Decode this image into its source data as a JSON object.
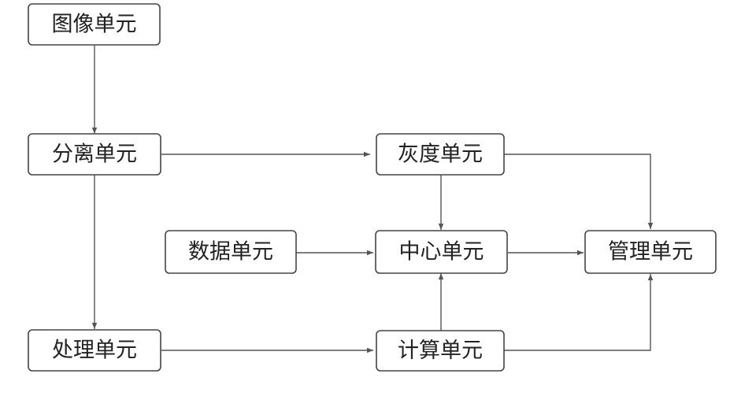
{
  "diagram": {
    "nodes": {
      "image_unit": "图像单元",
      "separation_unit": "分离单元",
      "processing_unit": "处理单元",
      "grayscale_unit": "灰度单元",
      "data_unit": "数据单元",
      "center_unit": "中心单元",
      "calculation_unit": "计算单元",
      "management_unit": "管理单元"
    },
    "edges": [
      {
        "from": "image_unit",
        "to": "separation_unit"
      },
      {
        "from": "separation_unit",
        "to": "grayscale_unit"
      },
      {
        "from": "separation_unit",
        "to": "processing_unit"
      },
      {
        "from": "processing_unit",
        "to": "calculation_unit"
      },
      {
        "from": "grayscale_unit",
        "to": "center_unit"
      },
      {
        "from": "grayscale_unit",
        "to": "management_unit"
      },
      {
        "from": "data_unit",
        "to": "center_unit"
      },
      {
        "from": "center_unit",
        "to": "management_unit"
      },
      {
        "from": "calculation_unit",
        "to": "center_unit"
      },
      {
        "from": "calculation_unit",
        "to": "management_unit"
      }
    ]
  }
}
